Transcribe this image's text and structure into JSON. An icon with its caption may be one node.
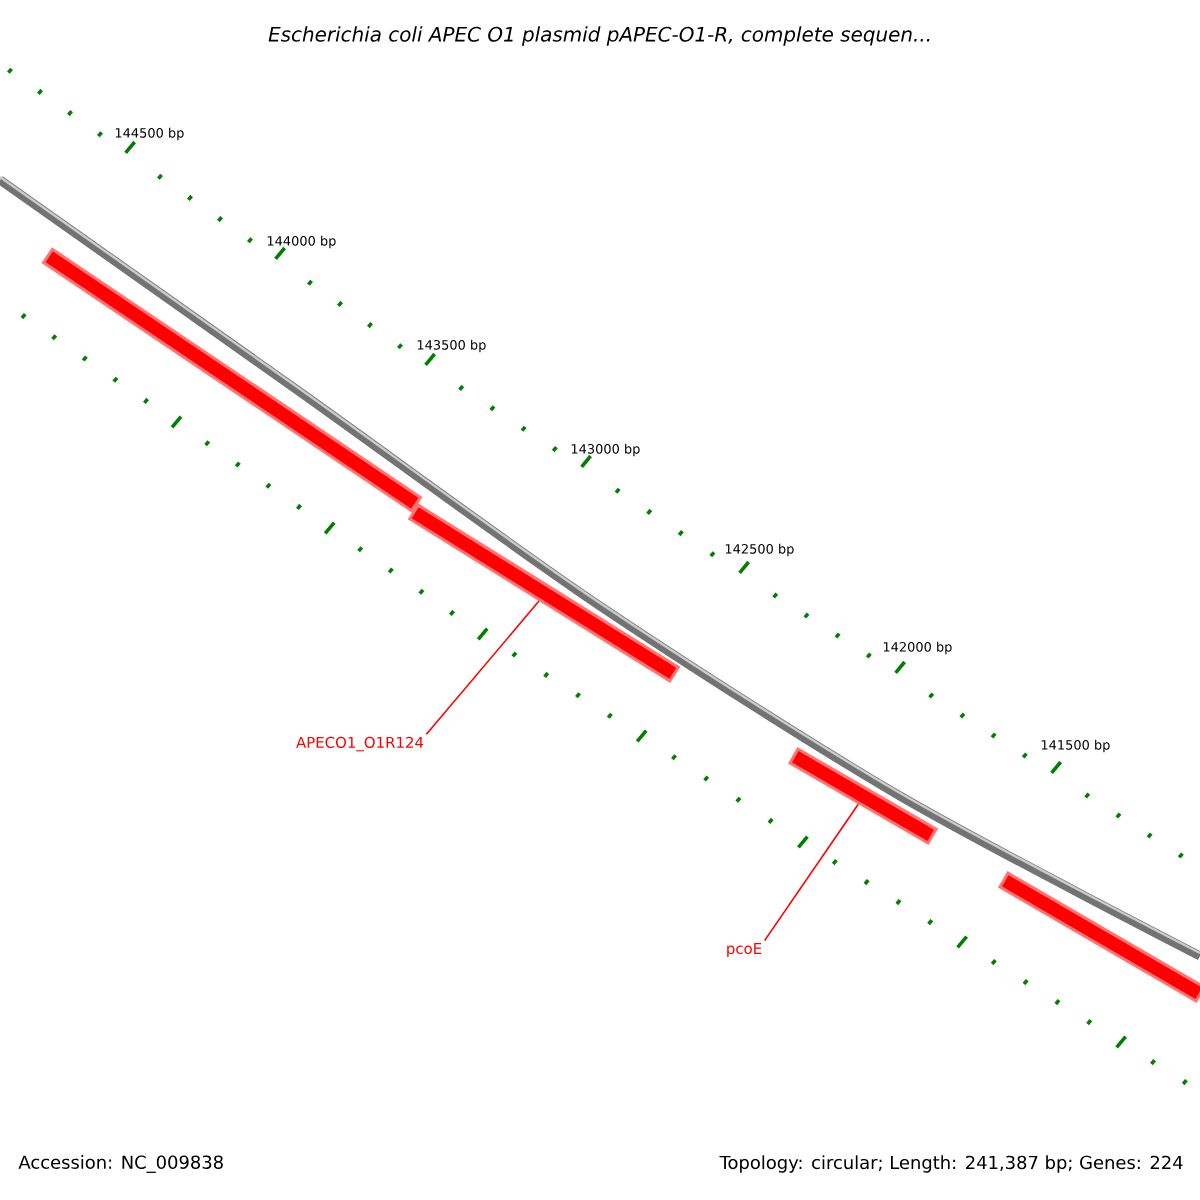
{
  "diagram": {
    "title": "Escherichia coli APEC O1 plasmid pAPEC-O1-R, complete sequen...",
    "nodes": [
      {
        "text": [],
        "shape": "bar"
      },
      {
        "text": [],
        "shape": "bar"
      },
      {
        "text": [],
        "shape": "bar"
      },
      {
        "text": [],
        "shape": "bar"
      },
      {
        "text": [
          "APECO1_O1R124"
        ]
      },
      {
        "text": [
          "pcoE"
        ]
      }
    ],
    "edges": [
      {
        "from": 4,
        "to": 1,
        "arrow": "none",
        "color": "#ff0000"
      },
      {
        "from": 5,
        "to": 2,
        "arrow": "none",
        "color": "#ff0000"
      }
    ],
    "labels": [
      "144500 bp",
      "144000 bp",
      "143500 bp",
      "143000 bp",
      "142500 bp",
      "142000 bp",
      "141500 bp",
      "Accession: NC_009838",
      "Topology: circular; Length: 241,387 bp; Genes: 224"
    ]
  }
}
